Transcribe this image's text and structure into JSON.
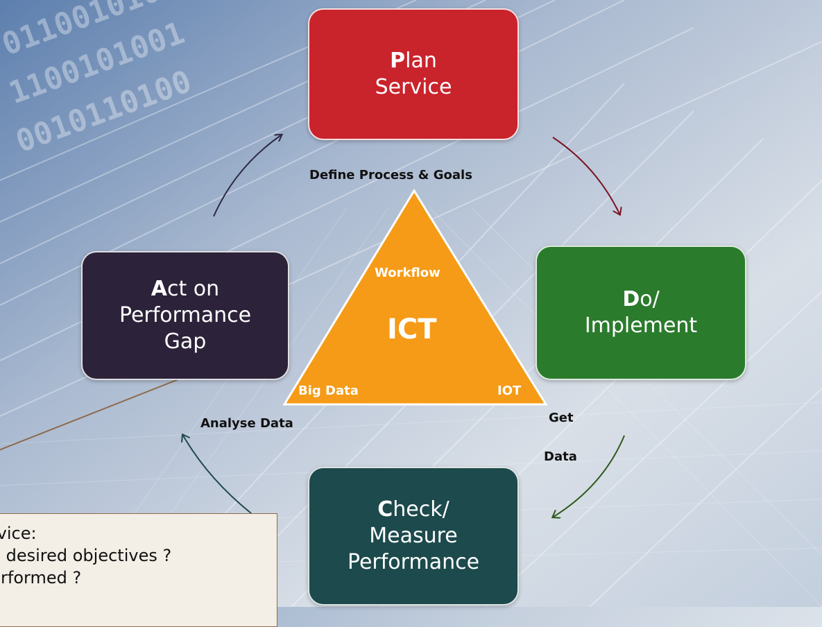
{
  "plan": {
    "initial": "P",
    "rest": "lan",
    "line2": "Service"
  },
  "do": {
    "initial": "D",
    "rest": "o/",
    "line2": "Implement"
  },
  "check": {
    "initial": "C",
    "rest": "heck/",
    "line2": "Measure",
    "line3": "Performance"
  },
  "act": {
    "initial": "A",
    "rest": "ct on",
    "line2": "Performance",
    "line3": "Gap"
  },
  "labels": {
    "define": "Define Process & Goals",
    "analyse": "Analyse Data",
    "get": "Get",
    "data": "Data"
  },
  "triangle": {
    "center": "ICT",
    "top": "Workflow",
    "left": "Big Data",
    "right": "IOT"
  },
  "note": {
    "line1": "ervice:",
    "line2": "he desired objectives ?",
    "line3": " performed ?"
  },
  "colors": {
    "plan": "#c9232c",
    "do": "#2b7b2d",
    "check": "#1d4a4c",
    "act": "#2c233a",
    "triangle": "#f59b17"
  }
}
